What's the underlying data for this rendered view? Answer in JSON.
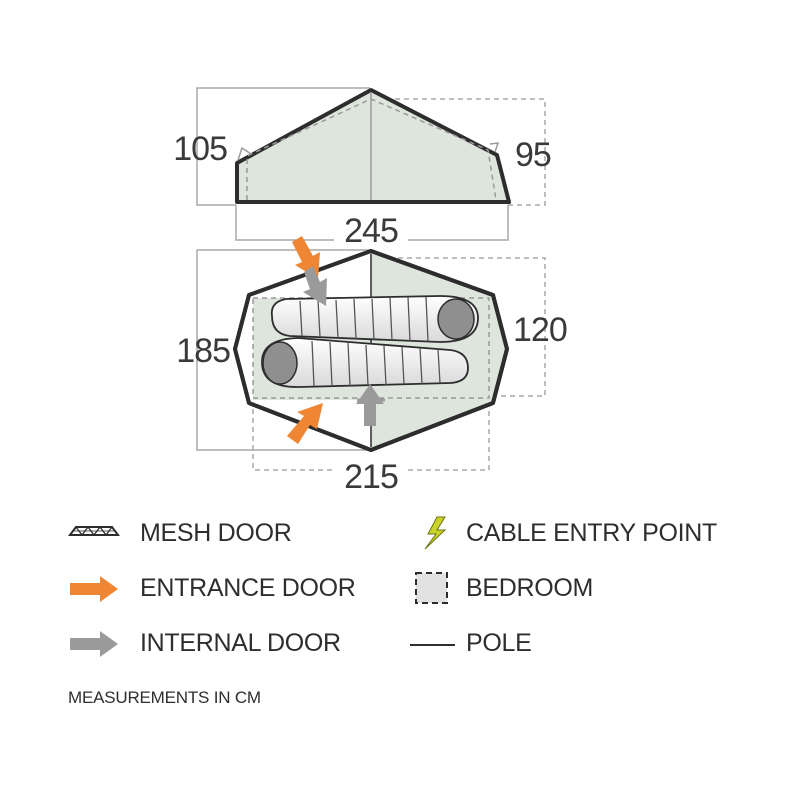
{
  "dimensions": {
    "side_height_left": "105",
    "side_height_right": "95",
    "overall_length": "245",
    "overall_width": "185",
    "bedroom_width": "120",
    "bedroom_length": "215"
  },
  "legend": {
    "mesh_door": "MESH DOOR",
    "entrance_door": "ENTRANCE DOOR",
    "internal_door": "INTERNAL DOOR",
    "cable_entry_point": "CABLE ENTRY POINT",
    "bedroom": "BEDROOM",
    "pole": "POLE"
  },
  "note": "MEASUREMENTS IN CM",
  "colors": {
    "outline": "#2d2d2d",
    "fill": "#dde5dc",
    "entrance_arrow": "#ee8633",
    "internal_arrow": "#9a9a9a",
    "cable_bolt": "#c9d32a",
    "dim_line": "#9a9a9a"
  }
}
